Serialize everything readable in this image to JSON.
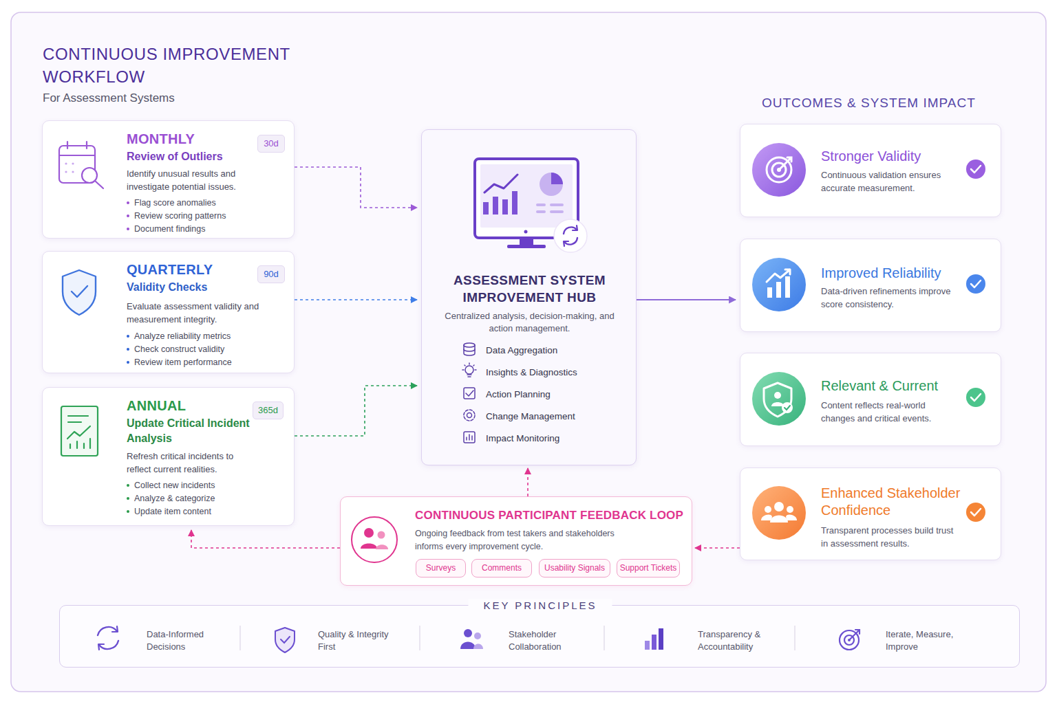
{
  "diagram": {
    "title": "CONTINUOUS IMPROVEMENT WORKFLOW",
    "nodes": [
      {
        "text": [
          "MONTHLY",
          "Review of Outliers",
          "Identify unusual results and investigate potential issues.",
          "Flag score anomalies",
          "Review scoring patterns",
          "Document findings",
          "30d"
        ]
      },
      {
        "text": [
          "QUARTERLY",
          "Validity Checks",
          "Evaluate assessment validity and measurement integrity.",
          "Analyze reliability metrics",
          "Check construct validity",
          "Review item performance",
          "90d"
        ]
      },
      {
        "text": [
          "ANNUAL",
          "Update Critical Incident Analysis",
          "Refresh critical incidents to reflect current realities.",
          "Collect new incidents",
          "Analyze & categorize",
          "Update item content",
          "365d"
        ]
      },
      {
        "text": [
          "ASSESSMENT SYSTEM IMPROVEMENT HUB",
          "Centralized analysis, decision-making, and action management.",
          "Data Aggregation",
          "Insights & Diagnostics",
          "Action Planning",
          "Change Management",
          "Impact Monitoring"
        ]
      },
      {
        "text": [
          "CONTINUOUS PARTICIPANT FEEDBACK LOOP",
          "Ongoing feedback from test takers and stakeholders informs every improvement cycle."
        ]
      },
      {
        "text": [
          "Surveys"
        ],
        "in": 4
      },
      {
        "text": [
          "Comments"
        ],
        "in": 4
      },
      {
        "text": [
          "Usability Signals"
        ],
        "in": 4
      },
      {
        "text": [
          "Support Tickets"
        ],
        "in": 4
      },
      {
        "text": [
          "Stronger Validity",
          "Continuous validation ensures accurate measurement."
        ]
      },
      {
        "text": [
          "Improved Reliability",
          "Data-driven refinements improve score consistency."
        ]
      },
      {
        "text": [
          "Relevant & Current",
          "Content reflects real-world changes and critical events."
        ]
      },
      {
        "text": [
          "Enhanced Stakeholder Confidence",
          "Transparent processes build trust in assessment results."
        ]
      },
      {
        "text": [
          "KEY PRINCIPLES",
          "Data-Informed Decisions",
          "Quality & Integrity First",
          "Stakeholder Collaboration",
          "Transparency & Accountability",
          "Iterate, Measure, Improve"
        ]
      }
    ],
    "edges": [
      {
        "from": 0,
        "to": 3,
        "arrow": "to"
      },
      {
        "from": 1,
        "to": 3,
        "arrow": "to"
      },
      {
        "from": 2,
        "to": 3,
        "arrow": "to"
      },
      {
        "from": 4,
        "to": 3,
        "arrow": "to"
      },
      {
        "from": 3,
        "to": 10,
        "arrow": "to"
      },
      {
        "from": 12,
        "to": 4,
        "arrow": "to"
      },
      {
        "from": 4,
        "to": 2,
        "arrow": "to"
      }
    ],
    "labels": [
      "For Assessment Systems",
      "OUTCOMES & SYSTEM IMPACT"
    ]
  }
}
